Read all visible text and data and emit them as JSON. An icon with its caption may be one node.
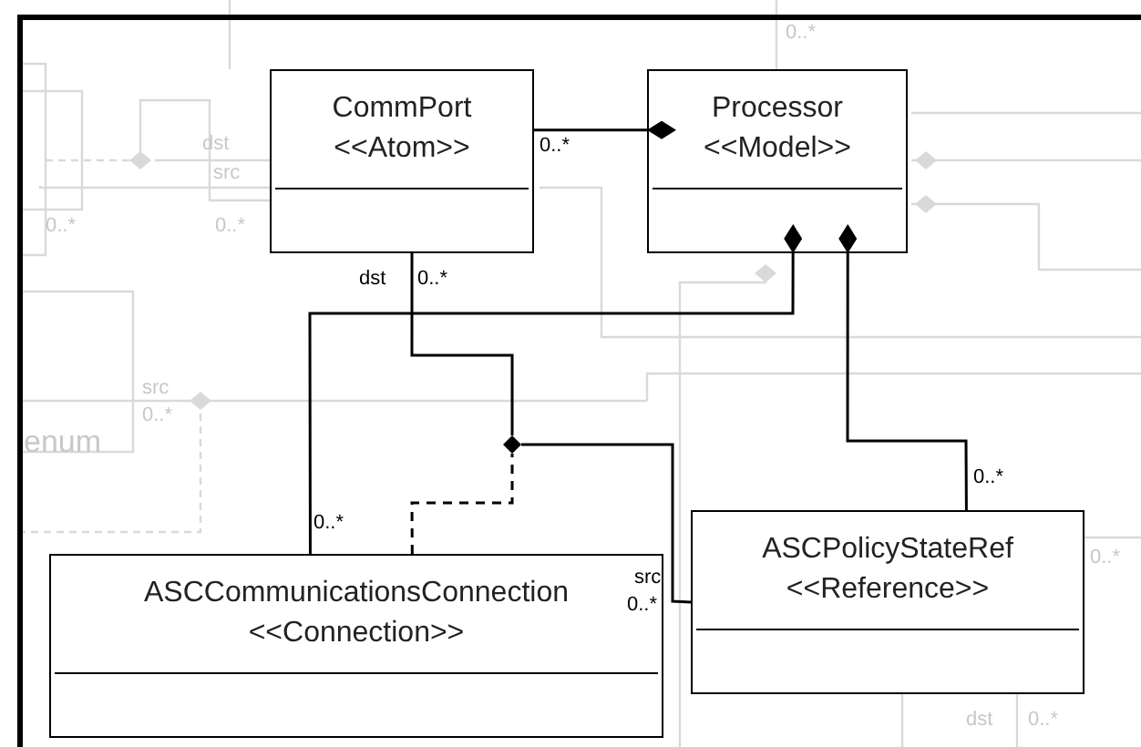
{
  "diagram": {
    "nodes": [
      {
        "text": [
          "CommPort",
          "<<Atom>>"
        ]
      },
      {
        "text": [
          "Processor",
          "<<Model>>"
        ]
      },
      {
        "text": [
          "ASCCommunicationsConnection",
          "<<Connection>>"
        ]
      },
      {
        "text": [
          "ASCPolicyStateRef",
          "<<Reference>>"
        ]
      },
      {
        "text": [],
        "shape": "diamond"
      }
    ],
    "edges": [
      {
        "from": 1,
        "to": 0,
        "arrow": "other"
      },
      {
        "from": 1,
        "to": 2,
        "arrow": "other"
      },
      {
        "from": 1,
        "to": 3,
        "arrow": "other"
      },
      {
        "from": 0,
        "to": 4,
        "arrow": "none"
      },
      {
        "from": 4,
        "to": 3,
        "arrow": "none"
      },
      {
        "from": 2,
        "to": 4,
        "arrow": "none",
        "style": "dashed"
      }
    ],
    "labels": [
      "0..*",
      "dst",
      "0..*",
      "src",
      "0..*",
      "0..*",
      "dst",
      "0..*",
      "src",
      "0..*",
      "enum",
      "0..*",
      "0..*",
      "0..*",
      "src",
      "0..*",
      "dst",
      "0..*"
    ]
  }
}
